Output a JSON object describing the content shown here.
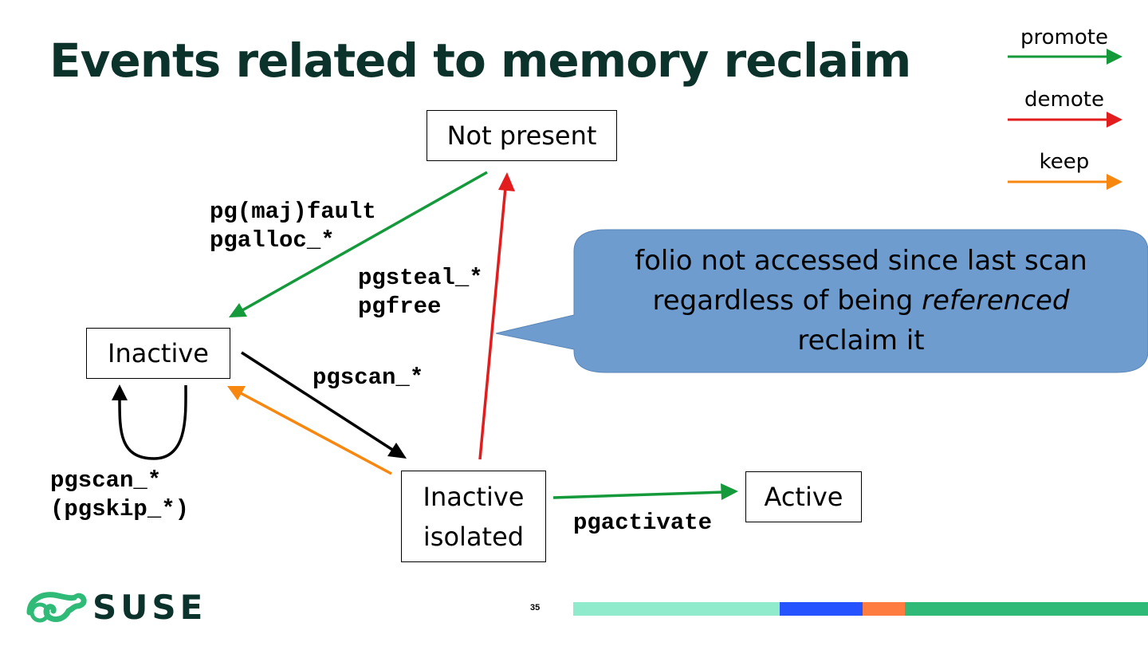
{
  "title": "Events related to memory reclaim",
  "legend": {
    "promote": "promote",
    "demote": "demote",
    "keep": "keep"
  },
  "nodes": {
    "not_present": "Not present",
    "inactive": "Inactive",
    "inactive_isolated_line1": "Inactive",
    "inactive_isolated_line2": "isolated",
    "active": "Active"
  },
  "edge_labels": {
    "fault_line1": "pg(maj)fault",
    "fault_line2": "pgalloc_*",
    "steal_line1": "pgsteal_*",
    "steal_line2": "pgfree",
    "scan": "pgscan_*",
    "loop_line1": "pgscan_*",
    "loop_line2": "(pgskip_*)",
    "activate": "pgactivate"
  },
  "callout": {
    "line1": "folio not accessed since last scan",
    "line2_prefix": "regardless of being ",
    "line2_em": "referenced",
    "line3": "reclaim it"
  },
  "footer": {
    "brand": "SUSE",
    "page": "35"
  },
  "colors": {
    "promote": "#149a3b",
    "demote": "#e31d1d",
    "keep": "#f7870f",
    "neutral": "#000000",
    "callout": "#6f9ccf",
    "title": "#0c322c",
    "brand_green": "#30ba78"
  }
}
